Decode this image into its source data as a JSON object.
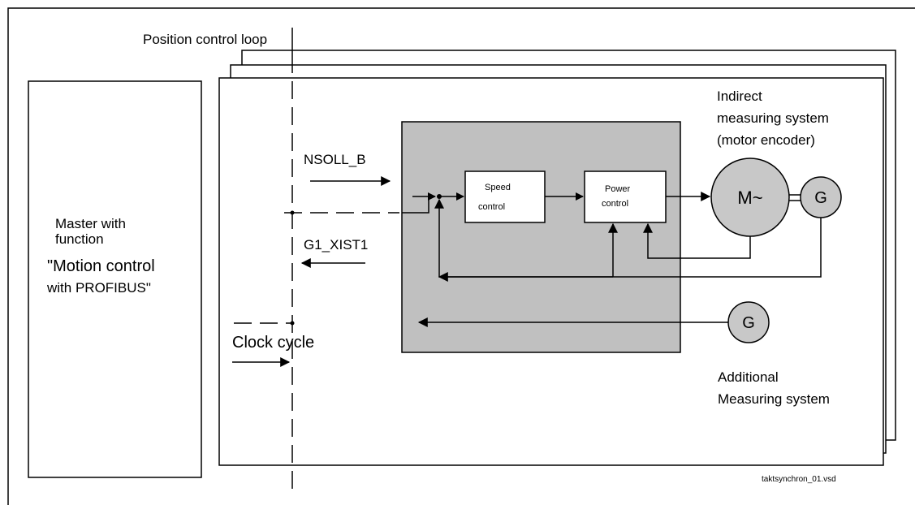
{
  "labels": {
    "position_control_loop": "Position control loop",
    "master_line1": "Master with",
    "master_line2": "function",
    "master_line3": "\"Motion control",
    "master_line4": "with PROFIBUS\"",
    "nsoll": "NSOLL_B",
    "g1_xist1": "G1_XIST1",
    "clock_cycle": "Clock cycle",
    "speed_line1": "Speed",
    "speed_line2": "control",
    "power_line1": "Power",
    "power_line2": "control",
    "indirect_line1": "Indirect",
    "indirect_line2": "measuring system",
    "indirect_line3": "(motor encoder)",
    "motor": "M~",
    "encoder": "G",
    "additional_encoder": "G",
    "additional_line1": "Additional",
    "additional_line2": "Measuring system",
    "filename": "taktsynchron_01.vsd"
  },
  "colors": {
    "controller_fill": "#c0c0c0",
    "circle_fill": "#c8c8c8",
    "line": "#000000"
  }
}
